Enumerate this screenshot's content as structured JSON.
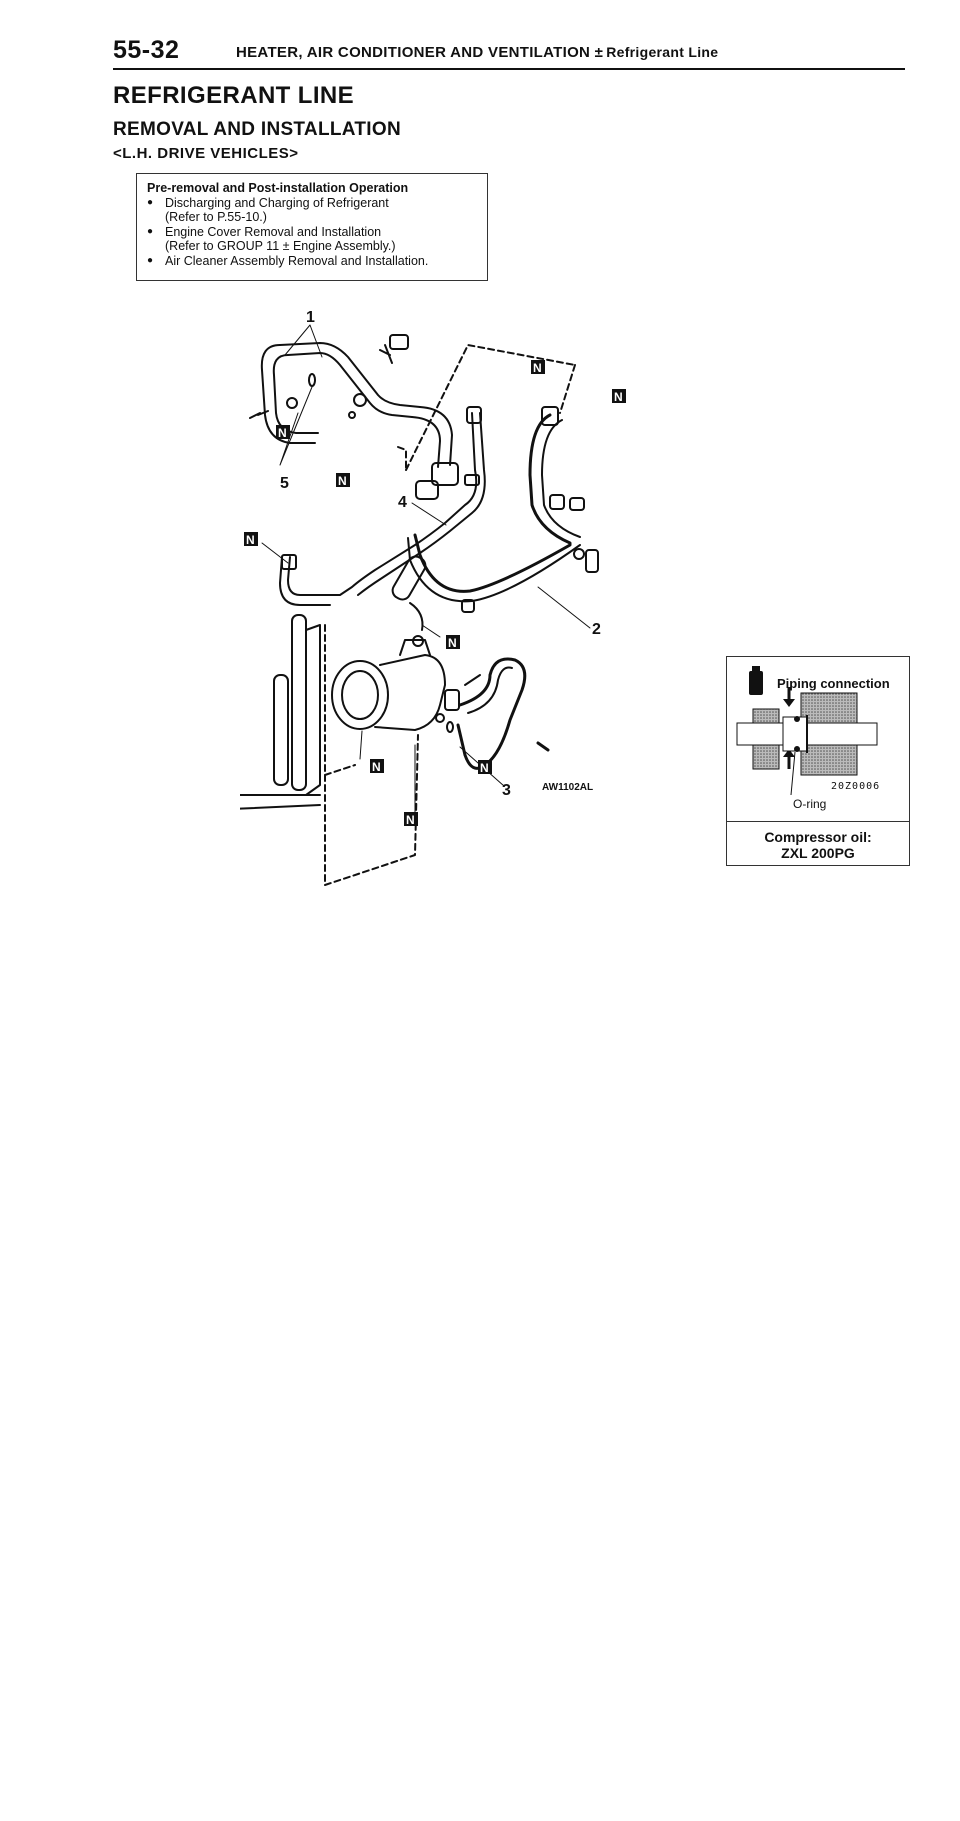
{
  "header": {
    "page_number": "55-32",
    "chapter": "HEATER, AIR CONDITIONER AND VENTILATION",
    "separator": "±",
    "section": "Refrigerant Line"
  },
  "title": "REFRIGERANT LINE",
  "subtitle": "REMOVAL AND INSTALLATION",
  "vehicle": "<L.H. DRIVE VEHICLES>",
  "pre_removal": {
    "title": "Pre-removal and Post-installation Operation",
    "items": [
      {
        "line1": "Discharging and Charging of Refrigerant",
        "line2": "(Refer to P.55-10.)"
      },
      {
        "line1": "Engine Cover Removal and Installation",
        "line2": "(Refer to GROUP 11 ± Engine Assembly.)"
      },
      {
        "line1": "Air Cleaner Assembly Removal and Installation.",
        "line2": ""
      }
    ]
  },
  "figure": {
    "part_labels": [
      "1",
      "5",
      "4",
      "2",
      "3"
    ],
    "replace_marker": "N",
    "code": "AW1102AL"
  },
  "inset": {
    "title": "Piping connection",
    "code": "20Z0006",
    "oring_label": "O-ring",
    "oil_label": "Compressor oil:",
    "oil_value": "ZXL 200PG"
  }
}
